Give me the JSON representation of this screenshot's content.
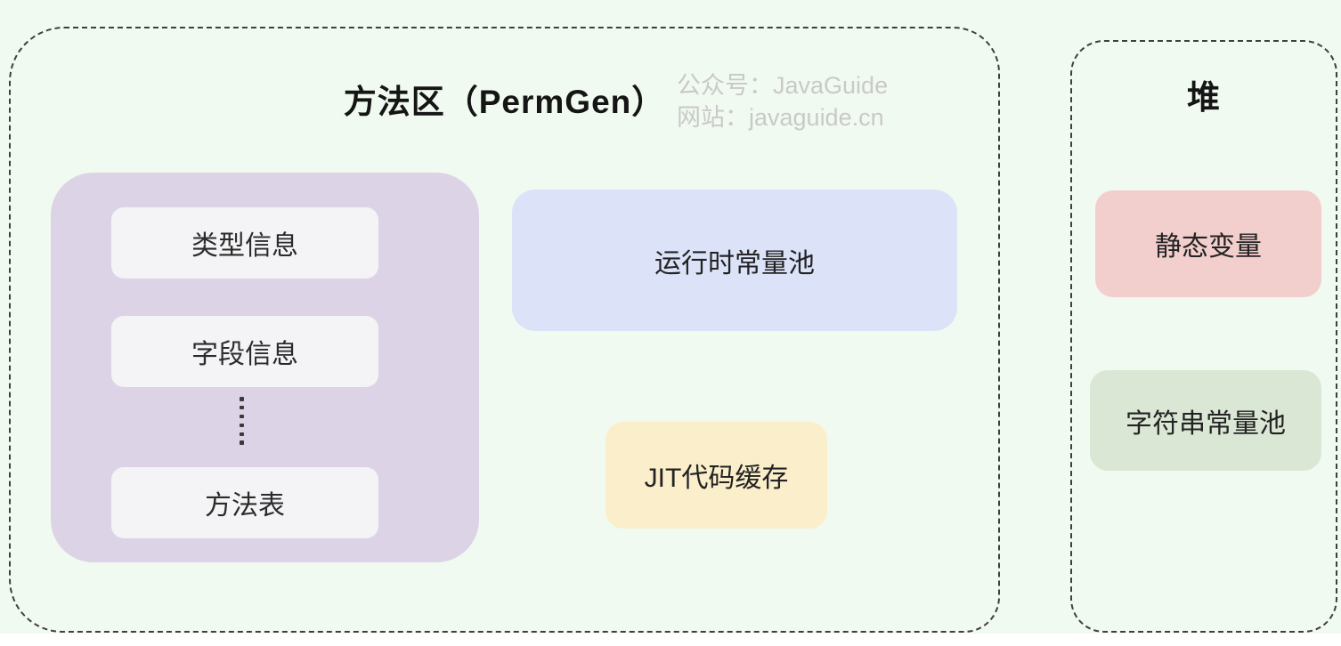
{
  "page": {
    "background": "#f1faf0",
    "outer_background": "#ffffff",
    "dash_border_color": "#3f3f3f"
  },
  "method_area": {
    "title": "方法区（PermGen）",
    "watermark": {
      "line1": "公众号：JavaGuide",
      "line2": "网站：javaguide.cn",
      "color": "#c9c9c9"
    },
    "class_info_group": {
      "bg": "#ddd3e6",
      "items": [
        {
          "label": "类型信息",
          "bg": "#f4f3f5"
        },
        {
          "label": "字段信息",
          "bg": "#f4f3f5"
        },
        {
          "label": "方法表",
          "bg": "#f4f3f5"
        }
      ]
    },
    "runtime_constant_pool": {
      "label": "运行时常量池",
      "bg": "#dce3f8"
    },
    "jit_code_cache": {
      "label": "JIT代码缓存",
      "bg": "#fbeecb"
    }
  },
  "heap": {
    "title": "堆",
    "static_variables": {
      "label": "静态变量",
      "bg": "#f2cecd"
    },
    "string_constant_pool": {
      "label": "字符串常量池",
      "bg": "#dbe7d5"
    }
  }
}
